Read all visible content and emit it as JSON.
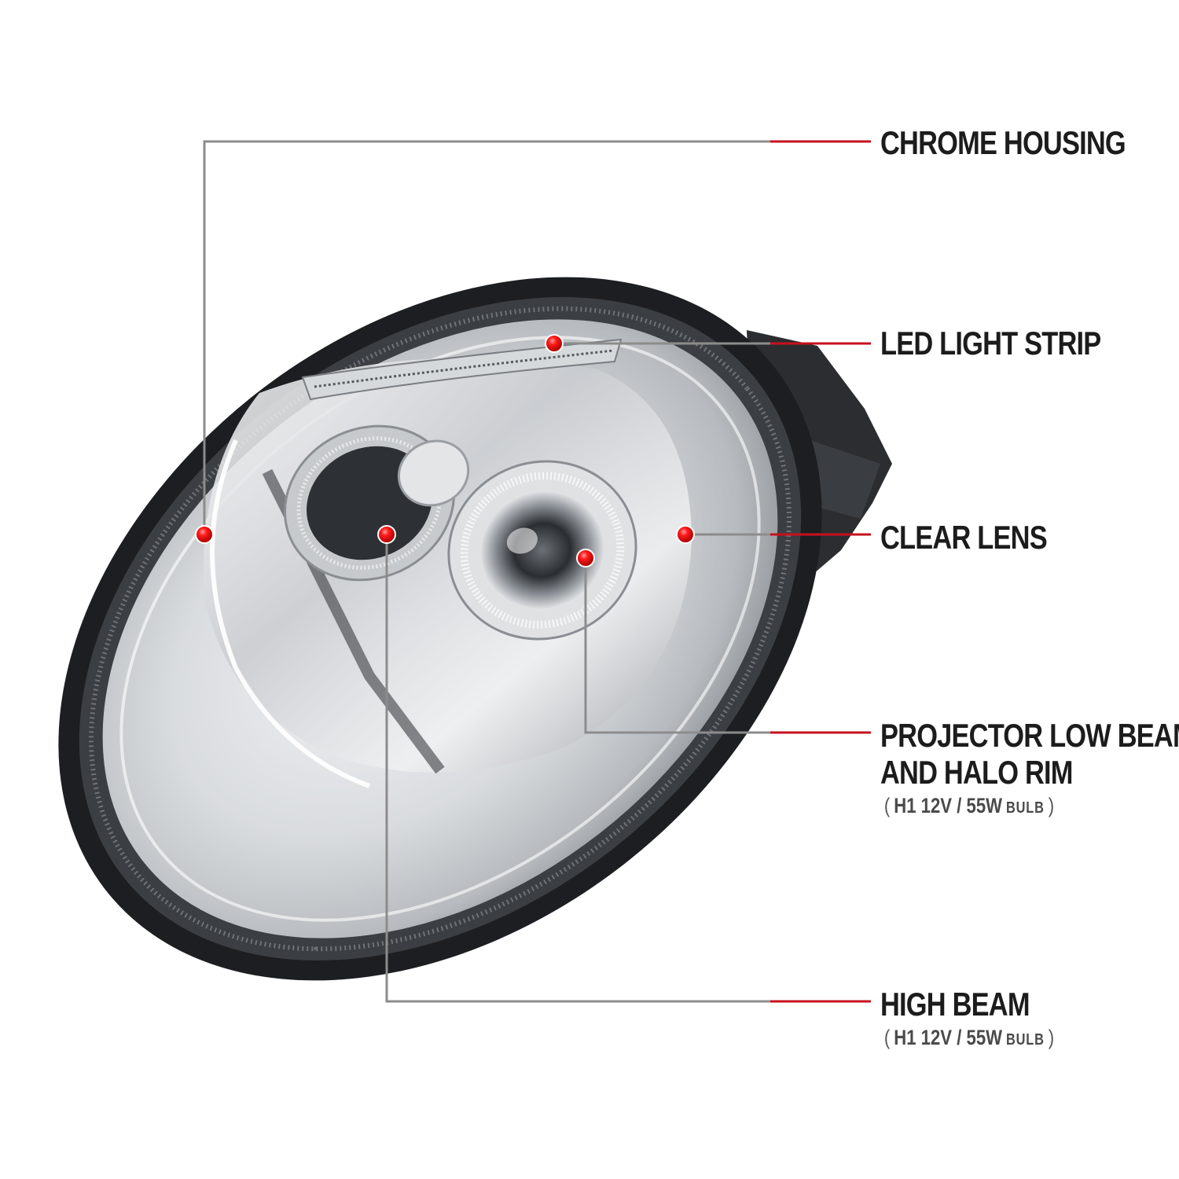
{
  "colors": {
    "leader_gray": "#8c8c8c",
    "leader_red": "#c8101e",
    "marker_red": "#e0101a",
    "label_text": "#1c1c1c",
    "spec_text": "#4a4a4a"
  },
  "callouts": [
    {
      "id": "chrome-housing",
      "lines": [
        "CHROME HOUSING"
      ]
    },
    {
      "id": "led-light-strip",
      "lines": [
        "LED LIGHT STRIP"
      ]
    },
    {
      "id": "clear-lens",
      "lines": [
        "CLEAR LENS"
      ]
    },
    {
      "id": "projector-low-beam",
      "lines": [
        "PROJECTOR LOW BEAM",
        "AND HALO RIM"
      ],
      "spec": {
        "open": "(",
        "value": "H1 12V / 55W",
        "unit": "BULB",
        "close": ")"
      }
    },
    {
      "id": "high-beam",
      "lines": [
        "HIGH BEAM"
      ],
      "spec": {
        "open": "(",
        "value": "H1 12V / 55W",
        "unit": "BULB",
        "close": ")"
      }
    }
  ]
}
